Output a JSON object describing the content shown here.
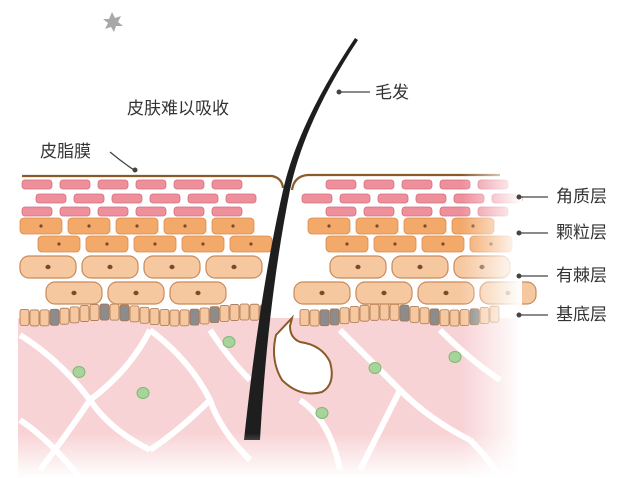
{
  "labels": {
    "hard_to_absorb": "皮肤难以吸收",
    "sebum_film": "皮脂膜",
    "hair": "毛发",
    "stratum_corneum": "角质层",
    "stratum_granulosum": "颗粒层",
    "stratum_spinosum": "有棘层",
    "stratum_basale": "基底层"
  },
  "colors": {
    "sebum_line": "#8a5a2b",
    "corneum_cell": "#ee8f9c",
    "granulosum_cell": "#f2a96a",
    "spinosum_cell": "#f6c8a0",
    "basale_gray": "#8c8c8c",
    "dermis": "#f8d3d6",
    "dermis_fiber": "#ffffff",
    "green_dot": "#a6d49a",
    "hair": "#1e1e1e",
    "star": "#a8a8a8"
  }
}
